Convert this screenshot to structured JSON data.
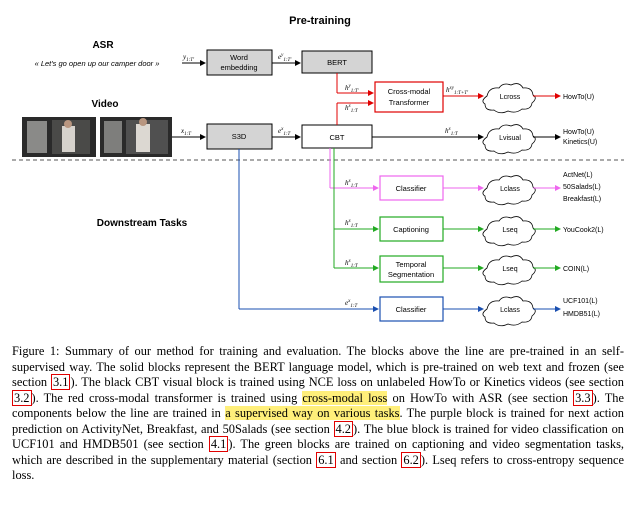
{
  "diagram": {
    "pretraining_title": "Pre-training",
    "asr_label": "ASR",
    "asr_text": "« Let's go open up our camper door »",
    "video_label": "Video",
    "downstream_label": "Downstream Tasks",
    "vars": {
      "y": "y",
      "y_sub": "1:T'",
      "ey": "e",
      "ey_sup": "y",
      "ey_sub": "1:T'",
      "hy": "h",
      "hy_sup": "y",
      "hy_sub": "1:T'",
      "hx": "h",
      "hx_sup": "x",
      "hx_sub": "1:T",
      "x": "x",
      "x_sub": "1:T",
      "ex": "e",
      "ex_sup": "x",
      "ex_sub": "1:T",
      "hxy": "h",
      "hxy_sup": "xy",
      "hxy_sub": "1:T+T'"
    },
    "blocks": {
      "word_embedding_1": "Word",
      "word_embedding_2": "embedding",
      "bert": "BERT",
      "cross_modal_1": "Cross-modal",
      "cross_modal_2": "Transformer",
      "s3d": "S3D",
      "cbt": "CBT",
      "classifier_purple": "Classifier",
      "captioning": "Captioning",
      "temporal_1": "Temporal",
      "temporal_2": "Segmentation",
      "classifier_blue": "Classifier"
    },
    "losses": {
      "lcross": "Lcross",
      "lvisual": "Lvisual",
      "lclass_purple": "Lclass",
      "lseq_caption": "Lseq",
      "lseq_temporal": "Lseq",
      "lclass_blue": "Lclass"
    },
    "outputs": {
      "howto_cross": "HowTo(U)",
      "howto_visual_1": "HowTo(U)",
      "howto_visual_2": "Kinetics(U)",
      "purple_1": "ActNet(L)",
      "purple_2": "50Salads(L)",
      "purple_3": "Breakfast(L)",
      "youcook": "YouCook2(L)",
      "coin": "COIN(L)",
      "blue_1": "UCF101(L)",
      "blue_2": "HMDB51(L)"
    },
    "colors": {
      "red": "#e00000",
      "purple": "#ee66ee",
      "green": "#22aa22",
      "blue": "#1a4fb0",
      "highlight": "#ffef7a"
    }
  },
  "caption": {
    "t1": "Figure 1:   Summary of our method for training and evaluation.  The blocks above the line are pre-trained in an self-supervised way. The solid blocks represent the BERT language model, which is pre-trained on web text and frozen (see section ",
    "r1": "3.1",
    "t2": "). The black CBT visual block is trained using NCE loss on unlabeled HowTo or Kinetics videos (see section ",
    "r2": "3.2",
    "t3": "). The red cross-modal transformer is trained using ",
    "h1": "cross-modal loss",
    "t4": " on HowTo with ASR (see section ",
    "r3": "3.3",
    "t5": "). The components below the line are trained in ",
    "h2": "a supervised way on various tasks",
    "t6": ". The purple block is trained for next action prediction on ActivityNet, Breakfast, and 50Salads (see section ",
    "r4": "4.2",
    "t7": "). The blue block is trained for video classification on UCF101 and HMDB501 (see section ",
    "r5": "4.1",
    "t8": "). The green blocks are trained on captioning and video segmentation tasks, which are described in the supplementary material (section ",
    "r6": "6.1",
    "t9": " and section ",
    "r7": "6.2",
    "t10": "). Lseq refers to cross-entropy sequence loss."
  }
}
